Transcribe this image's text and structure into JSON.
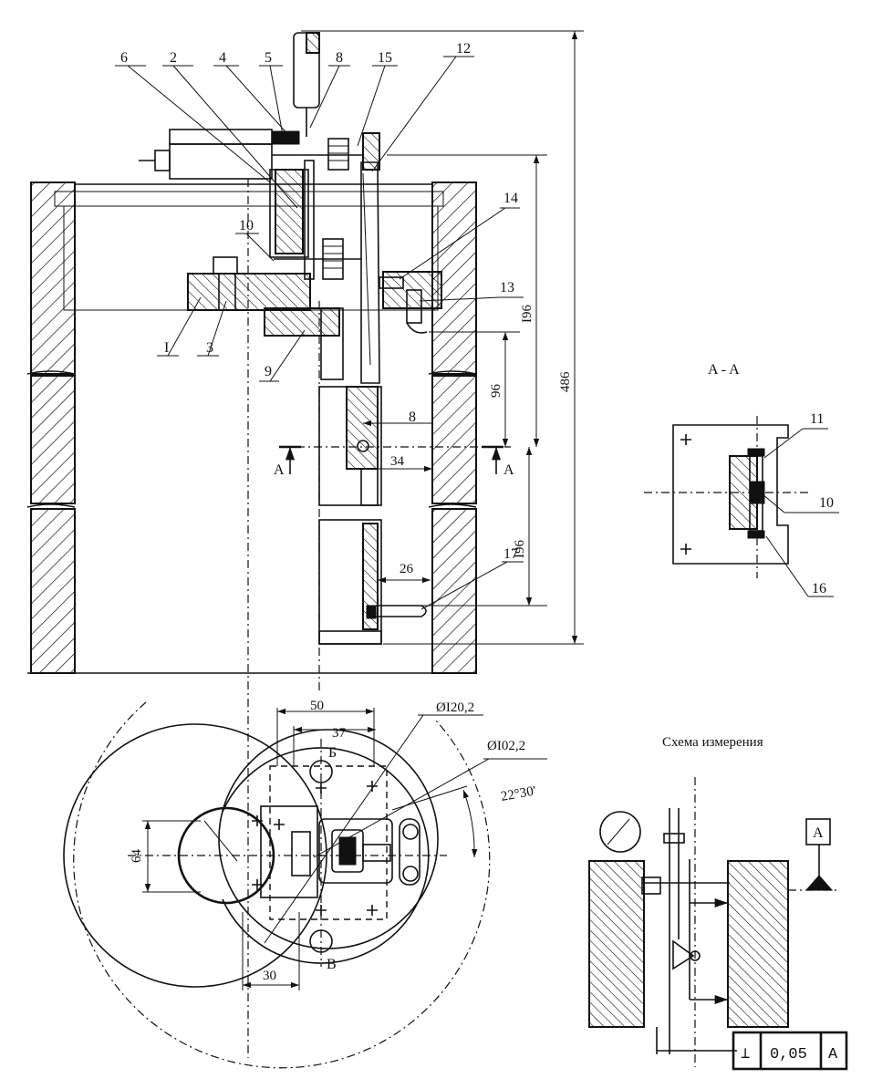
{
  "labels": {
    "callouts_top": [
      "6",
      "2",
      "4",
      "5",
      "8",
      "15",
      "12"
    ],
    "callout_14": "14",
    "callout_13": "13",
    "callout_10_left": "10",
    "callout_I": "I",
    "callout_3": "3",
    "callout_9": "9",
    "callout_8_mid": "8",
    "callout_17": "17",
    "section_mark": "A",
    "section_title": "A - A",
    "callout_11": "11",
    "callout_10_right": "10",
    "callout_16": "16",
    "b_top": "Б",
    "b_bottom": "В",
    "scheme_title": "Схема измерения",
    "datum": "A"
  },
  "dimensions": {
    "d486": "486",
    "d196_top": "I96",
    "d96": "96",
    "d34": "34",
    "d196_bot": "I96",
    "d26": "26",
    "d50": "50",
    "d37": "37",
    "d120": "ØI20,2",
    "d102": "ØI02,2",
    "angle": "22°30'",
    "d64": "64",
    "d30": "30"
  },
  "tolerance_frame": {
    "symbol": "⊥",
    "value": "0,05",
    "datum": "A"
  }
}
